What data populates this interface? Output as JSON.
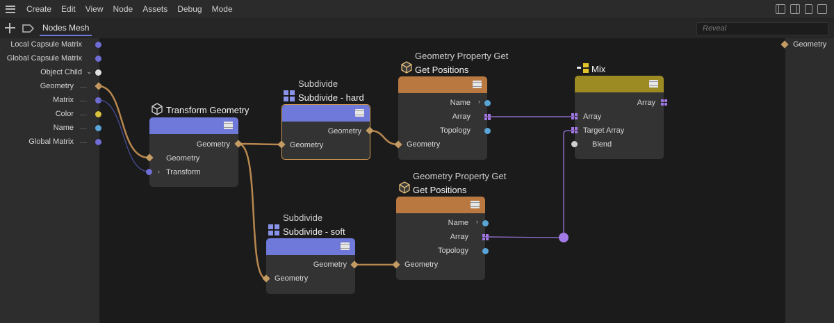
{
  "menu": {
    "items": [
      "Create",
      "Edit",
      "View",
      "Node",
      "Assets",
      "Debug",
      "Mode"
    ]
  },
  "toolbar": {
    "tab_label": "Nodes Mesh",
    "search_placeholder": "Reveal"
  },
  "left_ports": [
    {
      "label": "Local Capsule Matrix",
      "type": "matrix"
    },
    {
      "label": "Global Capsule Matrix",
      "type": "matrix"
    },
    {
      "label": "Object Child",
      "type": "object"
    },
    {
      "label": "Geometry",
      "type": "geometry"
    },
    {
      "label": "Matrix",
      "type": "matrix"
    },
    {
      "label": "Color",
      "type": "color"
    },
    {
      "label": "Name",
      "type": "string"
    },
    {
      "label": "Global Matrix",
      "type": "matrix"
    }
  ],
  "right_ports": [
    {
      "label": "Geometry",
      "type": "geometry"
    }
  ],
  "nodes": {
    "transform": {
      "title": "Transform Geometry",
      "outputs": [
        "Geometry"
      ],
      "inputs": [
        "Geometry",
        "Transform"
      ]
    },
    "subdiv_hard": {
      "subtitle": "Subdivide",
      "title": "Subdivide - hard",
      "outputs": [
        "Geometry"
      ],
      "inputs": [
        "Geometry"
      ]
    },
    "subdiv_soft": {
      "subtitle": "Subdivide",
      "title": "Subdivide - soft",
      "outputs": [
        "Geometry"
      ],
      "inputs": [
        "Geometry"
      ]
    },
    "getpos1": {
      "subtitle": "Geometry Property Get",
      "title": "Get Positions",
      "outputs": [
        "Name",
        "Array",
        "Topology"
      ],
      "inputs": [
        "Geometry"
      ]
    },
    "getpos2": {
      "subtitle": "Geometry Property Get",
      "title": "Get Positions",
      "outputs": [
        "Name",
        "Array",
        "Topology"
      ],
      "inputs": [
        "Geometry"
      ]
    },
    "mix": {
      "title": "Mix",
      "outputs": [
        "Array"
      ],
      "inputs": [
        "Array",
        "Target Array",
        "Blend"
      ]
    }
  },
  "colors": {
    "geometry": "#c29a62",
    "matrix": "#6f6ed6",
    "object": "#e0e0e0",
    "color": "#d7c33c",
    "string": "#5aa5d8",
    "array": "#a277e5",
    "blend": "#cfcfcf",
    "head_transform": "#6e79da",
    "head_subdivide": "#6e79da",
    "head_getpos": "#b87840",
    "head_mix": "#9c8a22",
    "wire_geometry": "#b8874f",
    "wire_array": "#a27ae8",
    "wire_matrix": "#4d4fa0"
  }
}
